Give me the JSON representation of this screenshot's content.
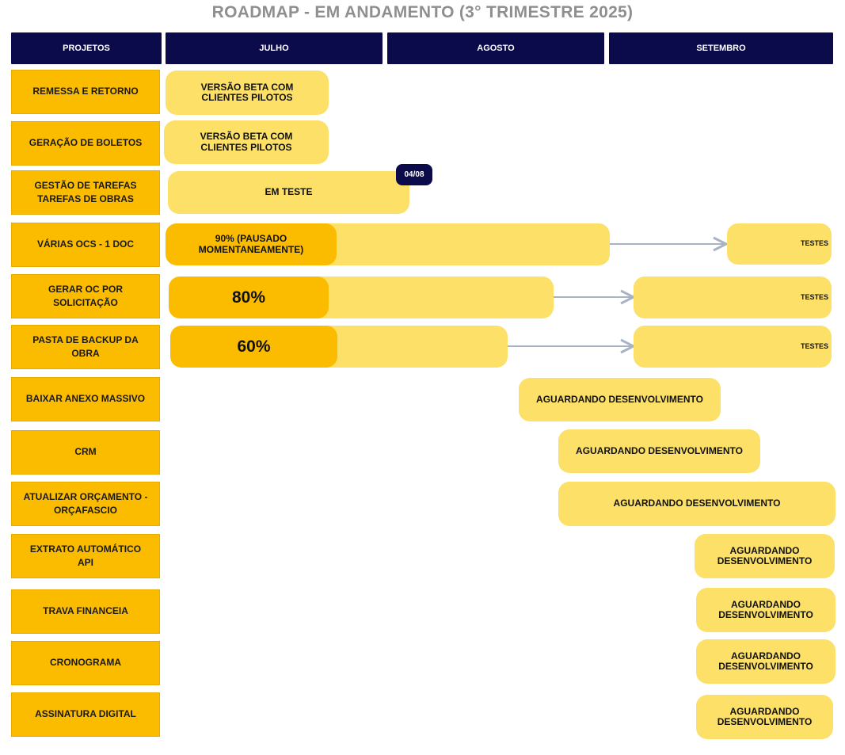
{
  "title": "ROADMAP  - EM ANDAMENTO (3° TRIMESTRE 2025)",
  "headers": {
    "projects": "PROJETOS",
    "months": [
      "JULHO",
      "AGOSTO",
      "SETEMBRO"
    ]
  },
  "projects": [
    "REMESSA E RETORNO",
    "GERAÇÃO DE BOLETOS",
    "GESTÃO DE TAREFAS\nTAREFAS DE OBRAS",
    "VÁRIAS OCS - 1 DOC",
    "GERAR OC POR\nSOLICITAÇÃO",
    "PASTA DE BACKUP DA\nOBRA",
    "BAIXAR ANEXO MASSIVO",
    "CRM",
    "ATUALIZAR ORÇAMENTO -\nORÇAFASCIO",
    "EXTRATO AUTOMÁTICO\nAPI",
    "TRAVA FINANCEIA",
    "CRONOGRAMA",
    "ASSINATURA DIGITAL"
  ],
  "bars": {
    "remessa": "VERSÃO BETA COM\nCLIENTES  PILOTOS",
    "boletos": "VERSÃO BETA COM\nCLIENTES PILOTOS",
    "tarefas": "EM TESTE",
    "tarefas_badge": "04/08",
    "varias_ocs_progress": "90% (PAUSADO\nMOMENTANEAMENTE)",
    "varias_ocs_next": "TESTES",
    "gerar_oc_progress": "80%",
    "gerar_oc_next": "TESTES",
    "backup_progress": "60%",
    "backup_next": "TESTES",
    "baixar_anexo": "AGUARDANDO DESENVOLVIMENTO",
    "crm": "AGUARDANDO DESENVOLVIMENTO",
    "orcafascio": "AGUARDANDO DESENVOLVIMENTO",
    "extrato": "AGUARDANDO\nDESENVOLVIMENTO",
    "trava": "AGUARDANDO\nDESENVOLVIMENTO",
    "cronograma": "AGUARDANDO\nDESENVOLVIMENTO",
    "assinatura": "AGUARDANDO\nDESENVOLVIMENTO"
  },
  "colors": {
    "header_bg": "#0b0b4b",
    "project_bg": "#fbbc00",
    "bar_bg": "#fde068",
    "progress_bg": "#fbbc00",
    "title_color": "#8f8f8f",
    "arrow_color": "#a8b4c4"
  }
}
